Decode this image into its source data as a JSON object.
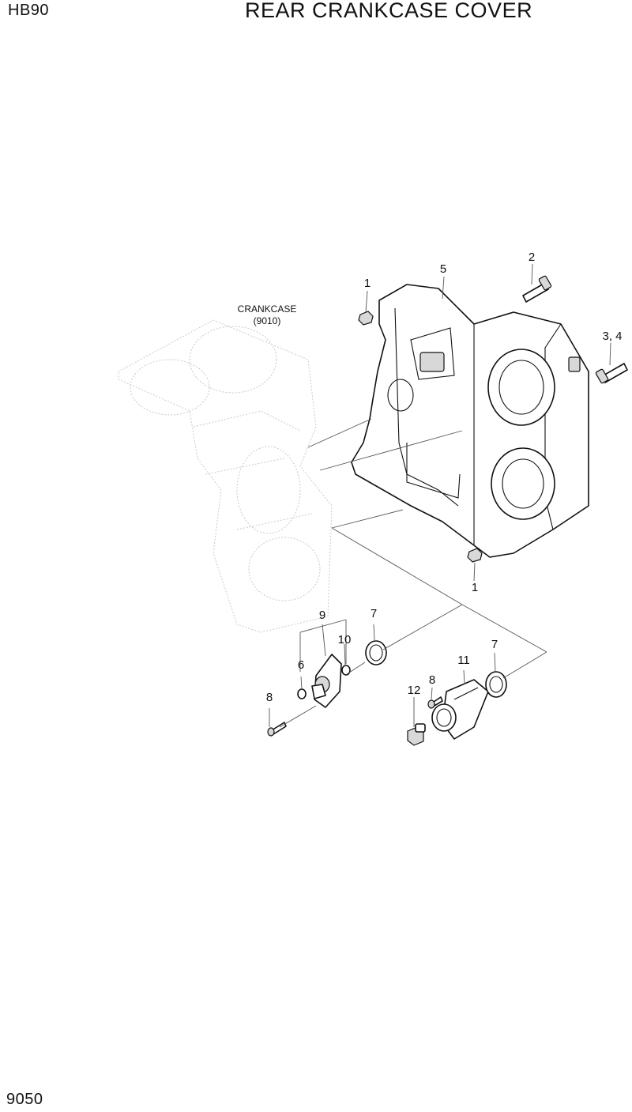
{
  "header": {
    "model": "HB90",
    "title": "REAR CRANKCASE COVER"
  },
  "footer": {
    "page_number": "9050"
  },
  "diagram": {
    "reference": {
      "name": "CRANKCASE",
      "code": "(9010)"
    },
    "callouts": {
      "c1_top": "1",
      "c1_bottom": "1",
      "c2": "2",
      "c3_4": "3, 4",
      "c5": "5",
      "c6": "6",
      "c7_left": "7",
      "c7_right": "7",
      "c8_left": "8",
      "c8_right": "8",
      "c9": "9",
      "c10": "10",
      "c11": "11",
      "c12": "12"
    }
  }
}
